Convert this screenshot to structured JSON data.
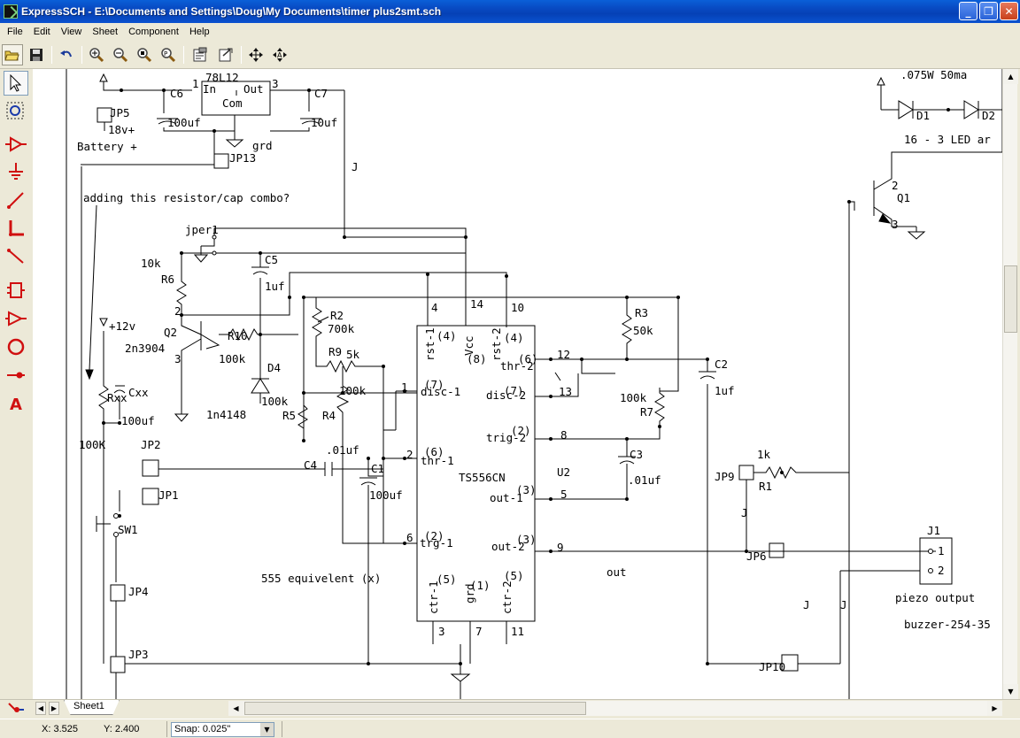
{
  "window": {
    "title": "ExpressSCH - E:\\Documents and Settings\\Doug\\My Documents\\timer plus2smt.sch",
    "minimize": "_",
    "maximize": "❐",
    "close": "✕"
  },
  "menu": [
    "File",
    "Edit",
    "View",
    "Sheet",
    "Component",
    "Help"
  ],
  "toolbar": {
    "icons": [
      "open-icon",
      "save-icon",
      "undo-icon",
      "zoom-in-icon",
      "zoom-out-icon",
      "zoom-area-icon",
      "zoom-page-icon",
      "properties-icon",
      "export-icon",
      "move-icon",
      "auto-pan-icon"
    ]
  },
  "palette": {
    "icons": [
      "select-arrow-icon",
      "zoom-select-icon",
      "component-icon",
      "ground-icon",
      "wire-icon",
      "bus-icon",
      "line-icon",
      "rectangle-icon",
      "net-port-icon",
      "circle-icon",
      "junction-icon",
      "text-icon"
    ]
  },
  "schematic": {
    "labels": {
      "reg": "78L12",
      "reg_in": "In",
      "reg_out": "Out",
      "reg_com": "Com",
      "pin1": "1",
      "pin3": "3",
      "c6": "C6",
      "c7": "C7",
      "c6v": "100uf",
      "c7v": "10uf",
      "grd": "grd",
      "jp5": "JP5",
      "v18": "18v+",
      "batt": "Battery +",
      "jp13": "JP13",
      "j1wire": "J",
      "note": "adding this resistor/cap combo?",
      "jper": "jper1",
      "r6v": "10k",
      "r6": "R6",
      "c5": "C5",
      "c5v": "1uf",
      "v12": "+12v",
      "q2": "Q2",
      "q2type": "2n3904",
      "q2p2": "2",
      "q2p3": "3",
      "r10": "R10",
      "r10v": "100k",
      "d4": "D4",
      "d4v": "100k",
      "d4type": "1n4148",
      "r2": "R2",
      "r2v": "700k",
      "r9": "R9",
      "r9v": "5k",
      "r4v": "100k",
      "r5": "R5",
      "r4": "R4",
      "rxx": "Rxx",
      "cxx": "Cxx",
      "cxxv": "100uf",
      "r100k": "100K",
      "jp2": "JP2",
      "jp1": "JP1",
      "sw1": "SW1",
      "jp4": "JP4",
      "jp3": "JP3",
      "c4": "C4",
      "c4v": ".01uf",
      "c1": "C1",
      "c1v": "100uf",
      "ic": "TS556CN",
      "u2": "U2",
      "p4": "4",
      "p14": "14",
      "p10": "10",
      "p12": "12",
      "p13": "13",
      "p1": "1",
      "p2": "2",
      "p8": "8",
      "p5": "5",
      "p6": "6",
      "p9": "9",
      "p3": "3",
      "p7": "7",
      "p11": "11",
      "rst1": "rst-1",
      "rst1n": "(4)",
      "vcc": "Vcc",
      "vccn": "(8)",
      "rst2": "rst-2",
      "rst2n": "(4)",
      "thr2": "thr-2",
      "thr2n": "(6)",
      "disc1": "disc-1",
      "disc1n": "(7)",
      "disc2": "disc-2",
      "disc2n": "(7)",
      "trig2": "trig-2",
      "trig2n": "(2)",
      "thr1": "thr-1",
      "thr1n": "(6)",
      "out1": "out-1",
      "out1n": "(3)",
      "trg1": "trg-1",
      "trg1n": "(2)",
      "out2": "out-2",
      "out2n": "(3)",
      "ctr1": "ctr-1",
      "ctr1n": "(5)",
      "grdp": "grd",
      "grdn": "(1)",
      "ctr2": "ctr-2",
      "ctr2n": "(5)",
      "r3": "R3",
      "r3v": "50k",
      "r7": "R7",
      "r7v": "100k",
      "c3": "C3",
      "c3v": ".01uf",
      "c2": "C2",
      "c2v": "1uf",
      "p555": "555 equivelent (x)",
      "out": "out",
      "jp9": "JP9",
      "r1": "R1",
      "r1v": "1k",
      "jwire2": "J",
      "jp6": "JP6",
      "jconn": "J1",
      "jc1": "1",
      "jc2": "2",
      "piezo": "piezo output",
      "buzzer": "buzzer-254-35",
      "jwire3": "J",
      "jwire4": "J",
      "jp10": "JP10",
      "ledpow": ".075W  50ma",
      "d1": "D1",
      "d2": "D2",
      "led": "16 - 3 LED ar",
      "q1": "Q1",
      "q1p2": "2",
      "q1p3": "3"
    }
  },
  "tabs": {
    "sheet1": "Sheet1",
    "prev": "◀",
    "next": "▶"
  },
  "status": {
    "x": "X: 3.525",
    "y": "Y: 2.400",
    "snap_label": "Snap:",
    "snap_value": "0.025\"",
    "snap_arrow": "▼"
  },
  "scroll": {
    "up": "▲",
    "down": "▼",
    "left": "◀",
    "right": "▶"
  }
}
